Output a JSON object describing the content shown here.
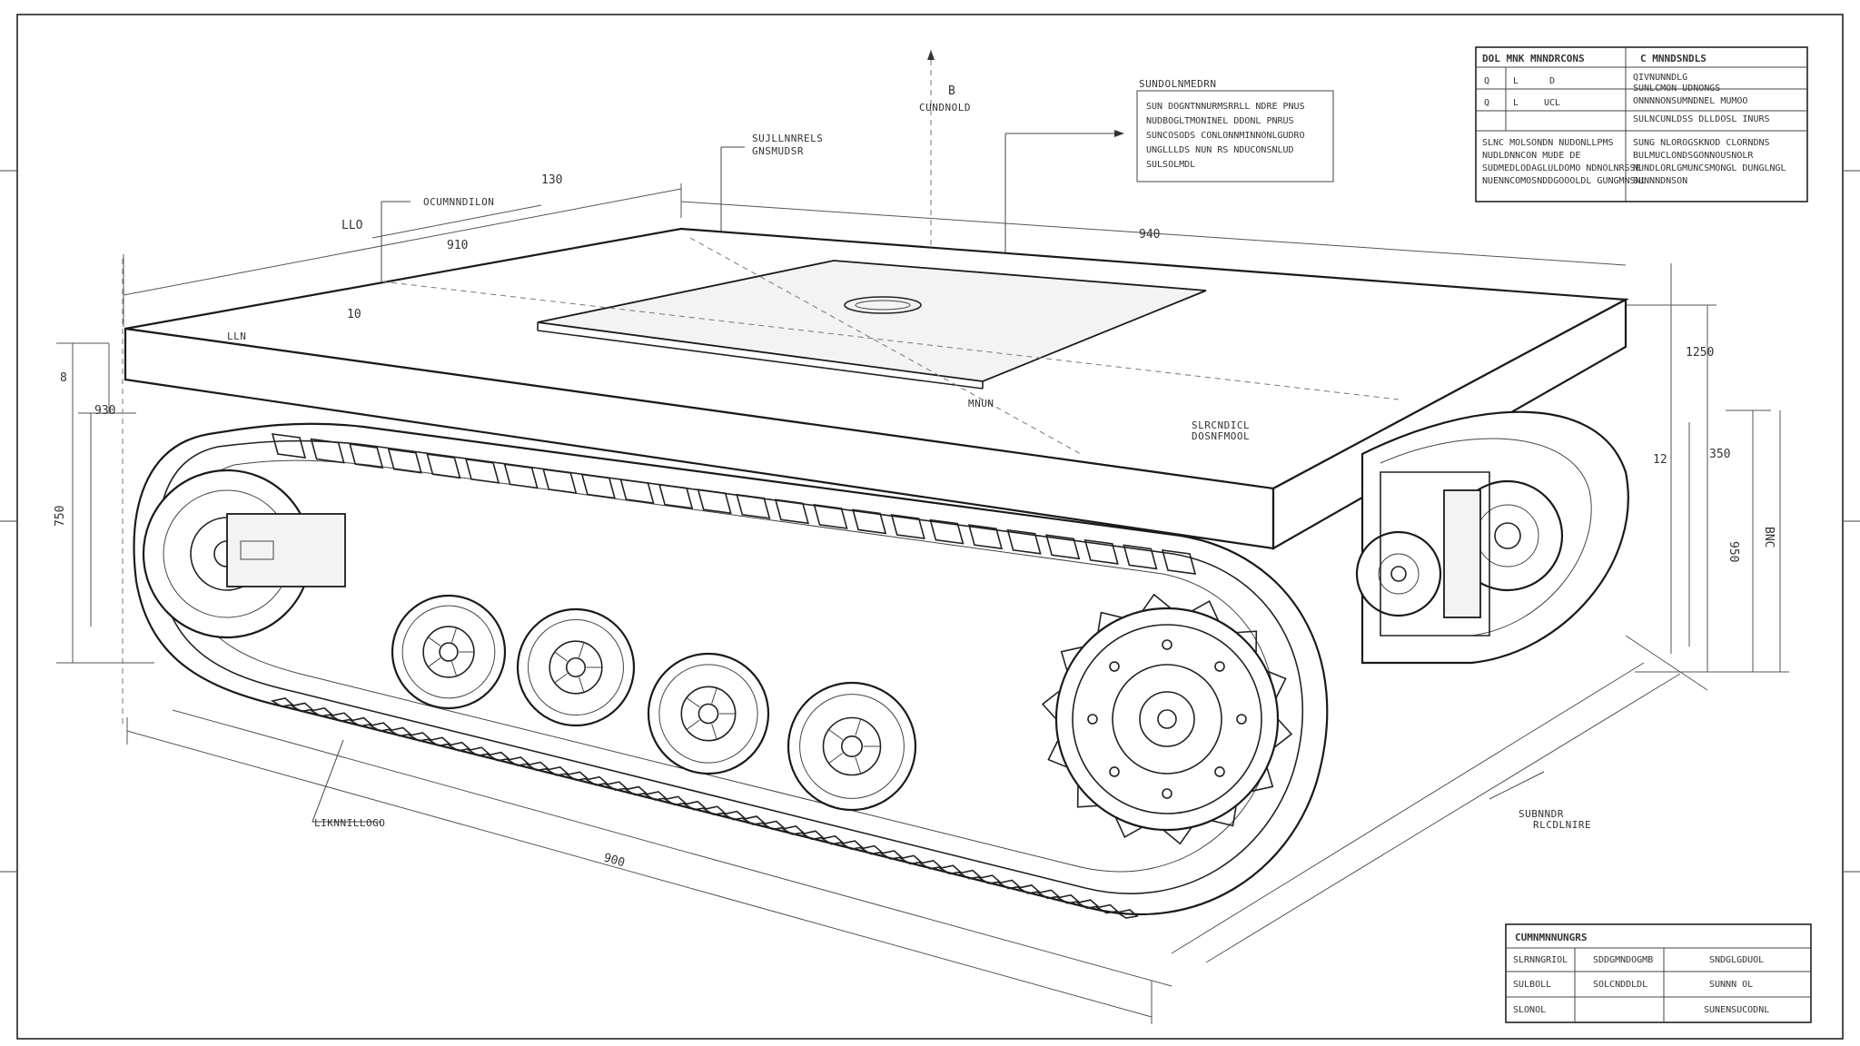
{
  "dimensions": {
    "top_left_a": "130",
    "top_left_b": "LLO",
    "top_width": "910",
    "top_depth": "940",
    "top_center_small": "B",
    "left_h1": "8",
    "left_h2": "930",
    "left_h3": "750",
    "right_h1": "1250",
    "right_h2": "12",
    "right_h3": "350",
    "right_h4": "950",
    "right_h5": "BNC",
    "bottom_length": "900",
    "plate_small": "10"
  },
  "callouts": {
    "top_center": "CUNDNOLD",
    "upper_mid": "SUJLLNNRELS",
    "upper_mid_sub": "GNSMUDSR",
    "left_top": "OCUMNNDILON",
    "mid_plate": "MNUN",
    "right_plate": "SLRCNDICL",
    "right_plate_sub": "DOSNFMOOL",
    "bottom_left": "LIKNNILLOGO",
    "bottom_right": "SUBNNDR",
    "bottom_right_sub": "RLCDLNIRE",
    "left_edge": "LLN"
  },
  "note_box": {
    "title": "SUNDOLNMEDRN",
    "lines": [
      "SUN DOGNTNNURMSRRLL NDRE PNUS",
      "NUDBOGLTMONINEL DDONL PNRUS",
      "SUNCOSODS CONLONNMINNONLGUDRO",
      "UNGLLLDS NUN RS NDUCONSNLUD",
      "SULSOLMDL"
    ]
  },
  "title_block_top": {
    "header_left": "DOL MNK MNNDRCONS",
    "header_right": "C MNNDSNDLS",
    "rows": [
      {
        "c1": "Q",
        "c2": "L",
        "c3": "D",
        "c4": "QIVNUNNDLG",
        "c5": "SUNLCMON UDNONGS"
      },
      {
        "c1": "Q",
        "c2": "L",
        "c3": "UCL",
        "c4": "ONNNNONSUMNDNEL MUMOO",
        "c5": "SULNCUNLDSS DLLDOSL INURS"
      },
      {
        "c1": "",
        "c2": "",
        "c3": "",
        "c4": "",
        "c5": ""
      }
    ],
    "notes_left": [
      "SLNC MOLSONDN NUDONLLPMS",
      "NUDLDNNCON MUDE DE",
      "SUDMEDLODAGLULDOMO NDNOLNRSSE",
      "NUENNCOMOSNDDGOOOLDL GUNGMNSNL"
    ],
    "notes_right": [
      "SUNG NLOROGSKNOD CLORNDNS",
      "BULMUCLONDSGONNOUSNOLR",
      "NUNDLORLGMUNCSMONGL DUNGLNGL",
      "SUNNNDNSON"
    ]
  },
  "title_block_bottom": {
    "header": "CUMNMNNUNGRS",
    "rows": [
      {
        "c1": "SLRNNGRIOL",
        "c2": "SDDGMNDOGMB",
        "c3": "SNDGLGDUOL"
      },
      {
        "c1": "SULBOLL",
        "c2": "SOLCNDDLDL",
        "c3": "SUNNN OL"
      },
      {
        "c1": "SLONOL",
        "c2": "",
        "c3": "SUNENSUCODNL"
      }
    ]
  }
}
